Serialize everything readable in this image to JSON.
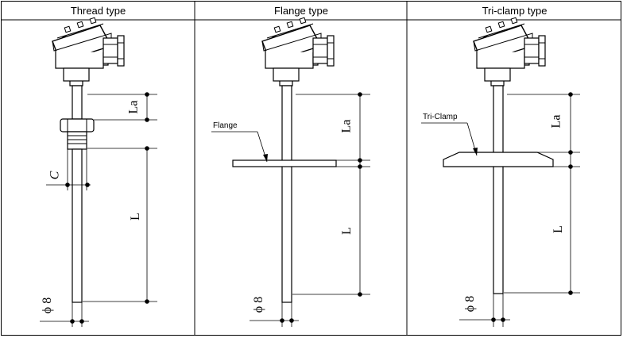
{
  "headers": {
    "thread": "Thread type",
    "flange": "Flange type",
    "triclamp": "Tri-clamp type"
  },
  "dims": {
    "la": "La",
    "l": "L",
    "c": "C",
    "phi": "ϕ 8"
  },
  "callouts": {
    "flange": "Flange",
    "triclamp": "Tri-Clamp"
  }
}
